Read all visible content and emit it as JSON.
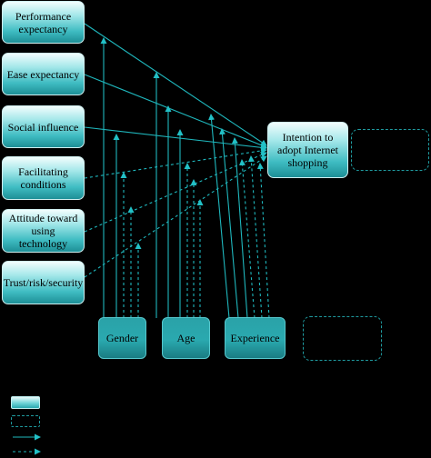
{
  "nodes": {
    "performance": "Performance expectancy",
    "ease": "Ease expectancy",
    "social": "Social influence",
    "facilitating": "Facilitating conditions",
    "attitude": "Attitude toward using technology",
    "trust": "Trust/risk/security",
    "intention": "Intention to adopt Internet shopping",
    "gender": "Gender",
    "age": "Age",
    "experience": "Experience"
  },
  "colors": {
    "background": "#000000",
    "line": "#1fb7bd",
    "node_light": "#a6e8ea",
    "node_dark": "#1d8f96"
  },
  "legend": [
    "construct-box",
    "dashed-box",
    "solid-arrow",
    "dashed-arrow"
  ]
}
